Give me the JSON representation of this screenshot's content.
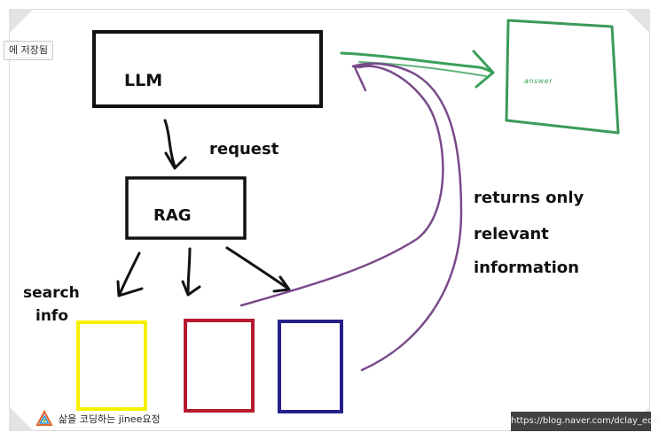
{
  "save_status": "에 저장됨",
  "nodes": {
    "llm": "LLM",
    "rag": "RAG",
    "answer": "answer"
  },
  "labels": {
    "request": "request",
    "search_line1": "search",
    "search_line2": "info",
    "returns_line1": "returns only",
    "returns_line2": "relevant",
    "returns_line3": "information"
  },
  "footer": {
    "brand_text": "삶을 코딩하는 jinee요정",
    "url": "https://blog.naver.com/dclay_edu"
  },
  "colors": {
    "box_stroke": "#111111",
    "answer_box": "#3a9a5a",
    "arrow_to_answer": "#3aa05a",
    "return_arrow": "#7a4a8a",
    "doc_yellow": "#f7f000",
    "doc_red": "#b51a2e",
    "doc_blue": "#25208a"
  }
}
